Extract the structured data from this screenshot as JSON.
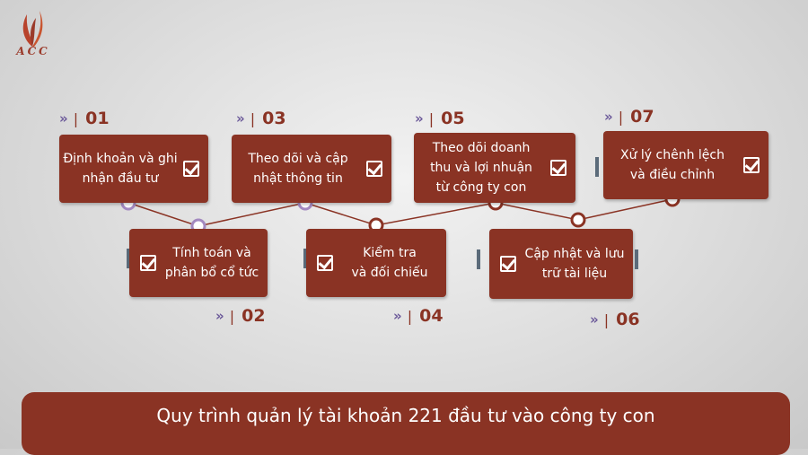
{
  "logo": {
    "text": "ACC"
  },
  "steps": [
    {
      "number": "01",
      "label": "Định khoản và ghi\nnhận đầu tư"
    },
    {
      "number": "02",
      "label": "Tính toán và\nphân bổ cổ tức"
    },
    {
      "number": "03",
      "label": "Theo dõi và cập\nnhật thông tin"
    },
    {
      "number": "04",
      "label": "Kiểm tra\nvà đối chiếu"
    },
    {
      "number": "05",
      "label": "Theo dõi doanh\nthu và lợi nhuận\ntừ công ty con"
    },
    {
      "number": "06",
      "label": "Cập nhật và lưu\ntrữ tài liệu"
    },
    {
      "number": "07",
      "label": "Xử lý chênh lệch\nvà điều chỉnh"
    }
  ],
  "footer": {
    "title": "Quy trình quản lý tài khoản 221 đầu tư vào công ty con"
  },
  "colors": {
    "accent": "#8a3324",
    "node_purple": "#a389c0",
    "arrow": "#6c5a9a",
    "tab": "#5b6b7a"
  }
}
